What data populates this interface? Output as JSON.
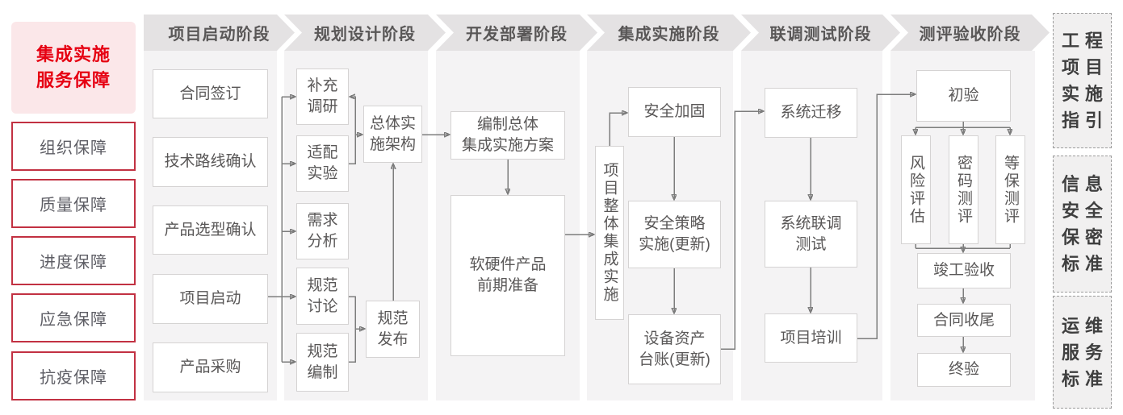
{
  "sidebar": {
    "title": "集成实施\n服务保障",
    "items": [
      "组织保障",
      "质量保障",
      "进度保障",
      "应急保障",
      "抗疫保障"
    ]
  },
  "stages": [
    {
      "label": "项目启动阶段",
      "boxes": [
        "合同签订",
        "技术路线确认",
        "产品选型确认",
        "项目启动",
        "产品采购"
      ]
    },
    {
      "label": "规划设计阶段",
      "boxes": [
        "补充\n调研",
        "适配\n实验",
        "需求\n分析",
        "规范\n讨论",
        "规范\n编制",
        "总体实\n施架构",
        "规范\n发布"
      ]
    },
    {
      "label": "开发部署阶段",
      "boxes": [
        "编制总体\n集成实施方案",
        "软硬件产品\n前期准备"
      ]
    },
    {
      "label": "集成实施阶段",
      "boxes": [
        "项目整体集成实施",
        "安全加固",
        "安全策略\n实施(更新)",
        "设备资产\n台账(更新)"
      ]
    },
    {
      "label": "联调测试阶段",
      "boxes": [
        "系统迁移",
        "系统联调\n测试",
        "项目培训"
      ]
    },
    {
      "label": "测评验收阶段",
      "boxes": [
        "初验",
        "风险评估",
        "密码测评",
        "等保测评",
        "竣工验收",
        "合同收尾",
        "终验"
      ]
    }
  ],
  "right_panels": [
    {
      "label": "工程项目实施指引",
      "lines": "工程\n项目\n实施\n指引"
    },
    {
      "label": "信息安全保密标准",
      "lines": "信息\n安全\n保密\n标准"
    },
    {
      "label": "运维服务标准",
      "lines": "运维\n服务\n标准"
    }
  ],
  "colors": {
    "accent_red": "#e60012",
    "pink_bg": "#fbe7e9",
    "red_border": "#c23142",
    "column_bg": "#f4f3f4",
    "header_bg": "#e4e2e3",
    "box_border": "#d5d3d3",
    "text_gray": "#595757",
    "connector": "#7d7d7d",
    "panel_bg": "#f1f0f0",
    "panel_border": "#9c9c9c",
    "panel_text": "#3f3f3f"
  }
}
